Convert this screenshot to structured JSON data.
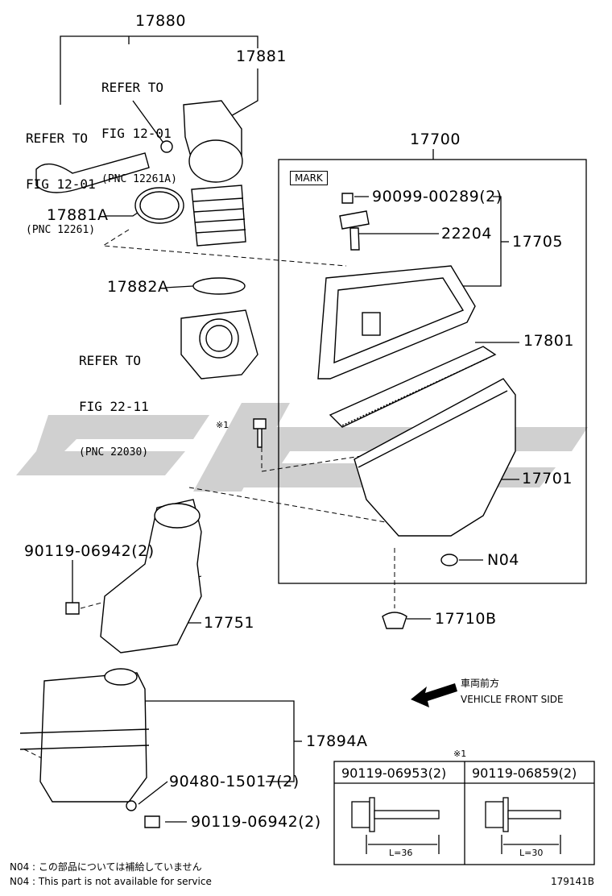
{
  "colors": {
    "ink": "#000000",
    "watermark": "#c8c8c8"
  },
  "labels": {
    "p17880": "17880",
    "p17881": "17881",
    "p17881A": "17881A",
    "p17882A": "17882A",
    "p17700": "17700",
    "p90099": "90099-00289(2)",
    "p22204": "22204",
    "p17705": "17705",
    "p17801": "17801",
    "p17701": "17701",
    "pN04": "N04",
    "p17710B": "17710B",
    "p90119a": "90119-06942(2)",
    "p17751": "17751",
    "p17894A": "17894A",
    "p90480": "90480-15017(2)",
    "p90119b": "90119-06942(2)",
    "bolt_mark": "※1",
    "mark_box": "MARK"
  },
  "refs": {
    "ref1": {
      "line1": "REFER TO",
      "line2": "FIG 12-01",
      "line3": "(PNC 12261A)"
    },
    "ref2": {
      "line1": "REFER TO",
      "line2": "FIG 12-01",
      "line3": "(PNC 12261)"
    },
    "ref3": {
      "line1": "REFER TO",
      "line2": "FIG 22-11",
      "line3": "(PNC 22030)"
    }
  },
  "direction": {
    "jp": "車両前方",
    "en": "VEHICLE FRONT SIDE"
  },
  "table": {
    "marker": "※1",
    "col1": {
      "part": "90119-06953(2)",
      "length": "L=36"
    },
    "col2": {
      "part": "90119-06859(2)",
      "length": "L=30"
    }
  },
  "footnotes": {
    "jp": "N04 : この部品については補給していません",
    "en": "N04 : This part is not available for service"
  },
  "figure_code": "179141B"
}
